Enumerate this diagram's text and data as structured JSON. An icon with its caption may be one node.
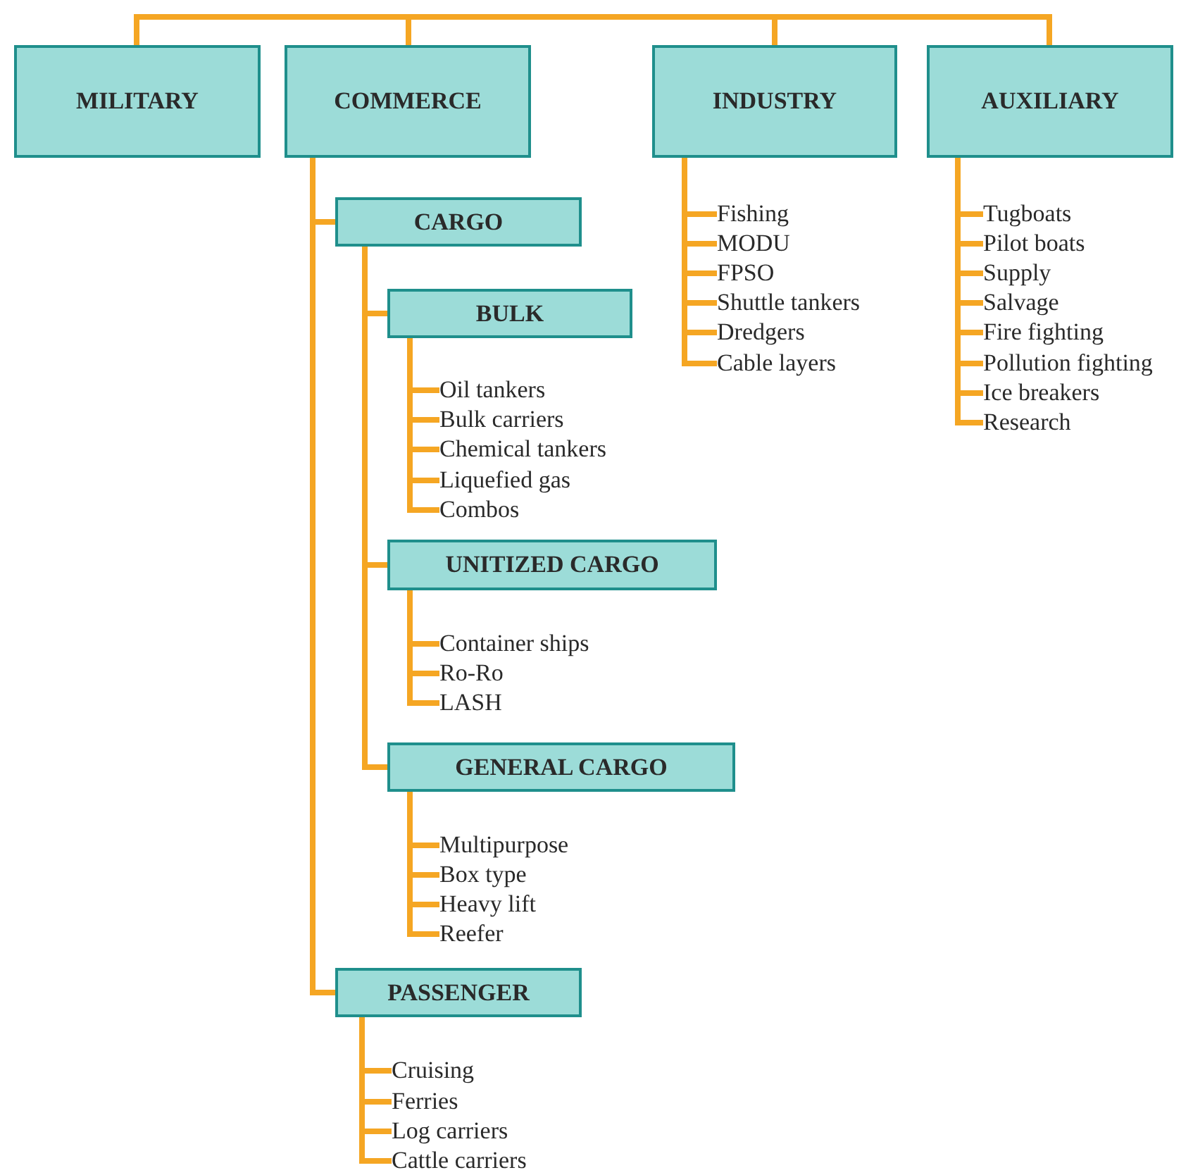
{
  "diagram": {
    "nodes": [
      {
        "text": [
          "MILITARY"
        ]
      },
      {
        "text": [
          "COMMERCE"
        ]
      },
      {
        "text": [
          "CARGO"
        ]
      },
      {
        "text": [
          "BULK"
        ]
      },
      {
        "text": [
          "Oil tankers"
        ]
      },
      {
        "text": [
          "Bulk carriers"
        ]
      },
      {
        "text": [
          "Chemical tankers"
        ]
      },
      {
        "text": [
          "Liquefied gas"
        ]
      },
      {
        "text": [
          "Combos"
        ]
      },
      {
        "text": [
          "UNITIZED CARGO"
        ]
      },
      {
        "text": [
          "Container ships"
        ]
      },
      {
        "text": [
          "Ro-Ro"
        ]
      },
      {
        "text": [
          "LASH"
        ]
      },
      {
        "text": [
          "GENERAL CARGO"
        ]
      },
      {
        "text": [
          "Multipurpose"
        ]
      },
      {
        "text": [
          "Box type"
        ]
      },
      {
        "text": [
          "Heavy lift"
        ]
      },
      {
        "text": [
          "Reefer"
        ]
      },
      {
        "text": [
          "PASSENGER"
        ]
      },
      {
        "text": [
          "Cruising"
        ]
      },
      {
        "text": [
          "Ferries"
        ]
      },
      {
        "text": [
          "Log carriers"
        ]
      },
      {
        "text": [
          "Cattle carriers"
        ]
      },
      {
        "text": [
          "INDUSTRY"
        ]
      },
      {
        "text": [
          "Fishing"
        ]
      },
      {
        "text": [
          "MODU"
        ]
      },
      {
        "text": [
          "FPSO"
        ]
      },
      {
        "text": [
          "Shuttle tankers"
        ]
      },
      {
        "text": [
          "Dredgers"
        ]
      },
      {
        "text": [
          "Cable layers"
        ]
      },
      {
        "text": [
          "AUXILIARY"
        ]
      },
      {
        "text": [
          "Tugboats"
        ]
      },
      {
        "text": [
          "Pilot boats"
        ]
      },
      {
        "text": [
          "Supply"
        ]
      },
      {
        "text": [
          "Salvage"
        ]
      },
      {
        "text": [
          "Fire fighting"
        ]
      },
      {
        "text": [
          "Pollution fighting"
        ]
      },
      {
        "text": [
          "Ice breakers"
        ]
      },
      {
        "text": [
          "Research"
        ]
      }
    ],
    "edges": [
      {
        "from": 0,
        "to": 1,
        "arrow": "none"
      },
      {
        "from": 1,
        "to": 23,
        "arrow": "none"
      },
      {
        "from": 23,
        "to": 30,
        "arrow": "none"
      },
      {
        "from": 1,
        "to": 2,
        "arrow": "none"
      },
      {
        "from": 1,
        "to": 18,
        "arrow": "none"
      },
      {
        "from": 2,
        "to": 3,
        "arrow": "none"
      },
      {
        "from": 2,
        "to": 9,
        "arrow": "none"
      },
      {
        "from": 2,
        "to": 13,
        "arrow": "none"
      },
      {
        "from": 3,
        "to": 4,
        "arrow": "none"
      },
      {
        "from": 3,
        "to": 5,
        "arrow": "none"
      },
      {
        "from": 3,
        "to": 6,
        "arrow": "none"
      },
      {
        "from": 3,
        "to": 7,
        "arrow": "none"
      },
      {
        "from": 3,
        "to": 8,
        "arrow": "none"
      },
      {
        "from": 9,
        "to": 10,
        "arrow": "none"
      },
      {
        "from": 9,
        "to": 11,
        "arrow": "none"
      },
      {
        "from": 9,
        "to": 12,
        "arrow": "none"
      },
      {
        "from": 13,
        "to": 14,
        "arrow": "none"
      },
      {
        "from": 13,
        "to": 15,
        "arrow": "none"
      },
      {
        "from": 13,
        "to": 16,
        "arrow": "none"
      },
      {
        "from": 13,
        "to": 17,
        "arrow": "none"
      },
      {
        "from": 18,
        "to": 19,
        "arrow": "none"
      },
      {
        "from": 18,
        "to": 20,
        "arrow": "none"
      },
      {
        "from": 18,
        "to": 21,
        "arrow": "none"
      },
      {
        "from": 18,
        "to": 22,
        "arrow": "none"
      },
      {
        "from": 23,
        "to": 24,
        "arrow": "none"
      },
      {
        "from": 23,
        "to": 25,
        "arrow": "none"
      },
      {
        "from": 23,
        "to": 26,
        "arrow": "none"
      },
      {
        "from": 23,
        "to": 27,
        "arrow": "none"
      },
      {
        "from": 23,
        "to": 28,
        "arrow": "none"
      },
      {
        "from": 23,
        "to": 29,
        "arrow": "none"
      },
      {
        "from": 30,
        "to": 31,
        "arrow": "none"
      },
      {
        "from": 30,
        "to": 32,
        "arrow": "none"
      },
      {
        "from": 30,
        "to": 33,
        "arrow": "none"
      },
      {
        "from": 30,
        "to": 34,
        "arrow": "none"
      },
      {
        "from": 30,
        "to": 35,
        "arrow": "none"
      },
      {
        "from": 30,
        "to": 36,
        "arrow": "none"
      },
      {
        "from": 30,
        "to": 37,
        "arrow": "none"
      },
      {
        "from": 30,
        "to": 38,
        "arrow": "none"
      }
    ]
  }
}
